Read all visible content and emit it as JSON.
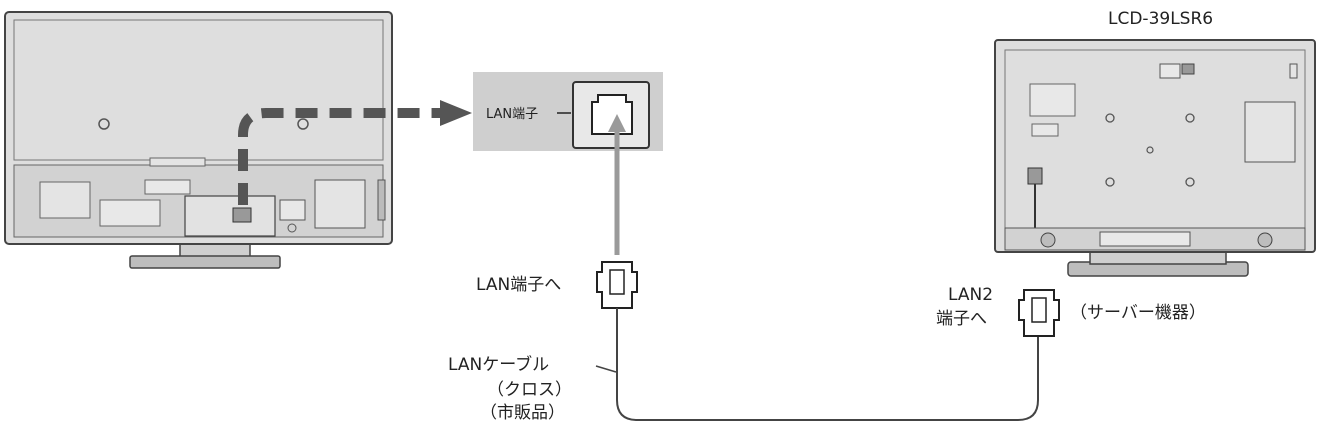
{
  "diagram": {
    "model_name": "LCD-39LSR6",
    "lan_port_label": "LAN端子",
    "to_lan_port": "LAN端子へ",
    "lan2_line1": "LAN2",
    "lan2_line2": "端子へ",
    "server_device": "（サーバー機器）",
    "cable_line1": "LANケーブル",
    "cable_line2": "（クロス）",
    "cable_line3": "（市販品）"
  },
  "colors": {
    "device_fill": "#dcdcdc",
    "device_stroke": "#444444",
    "panel_fill": "#c8c8c8",
    "arrow_dark": "#555555",
    "arrow_light": "#9a9a9a",
    "cable": "#444444"
  }
}
